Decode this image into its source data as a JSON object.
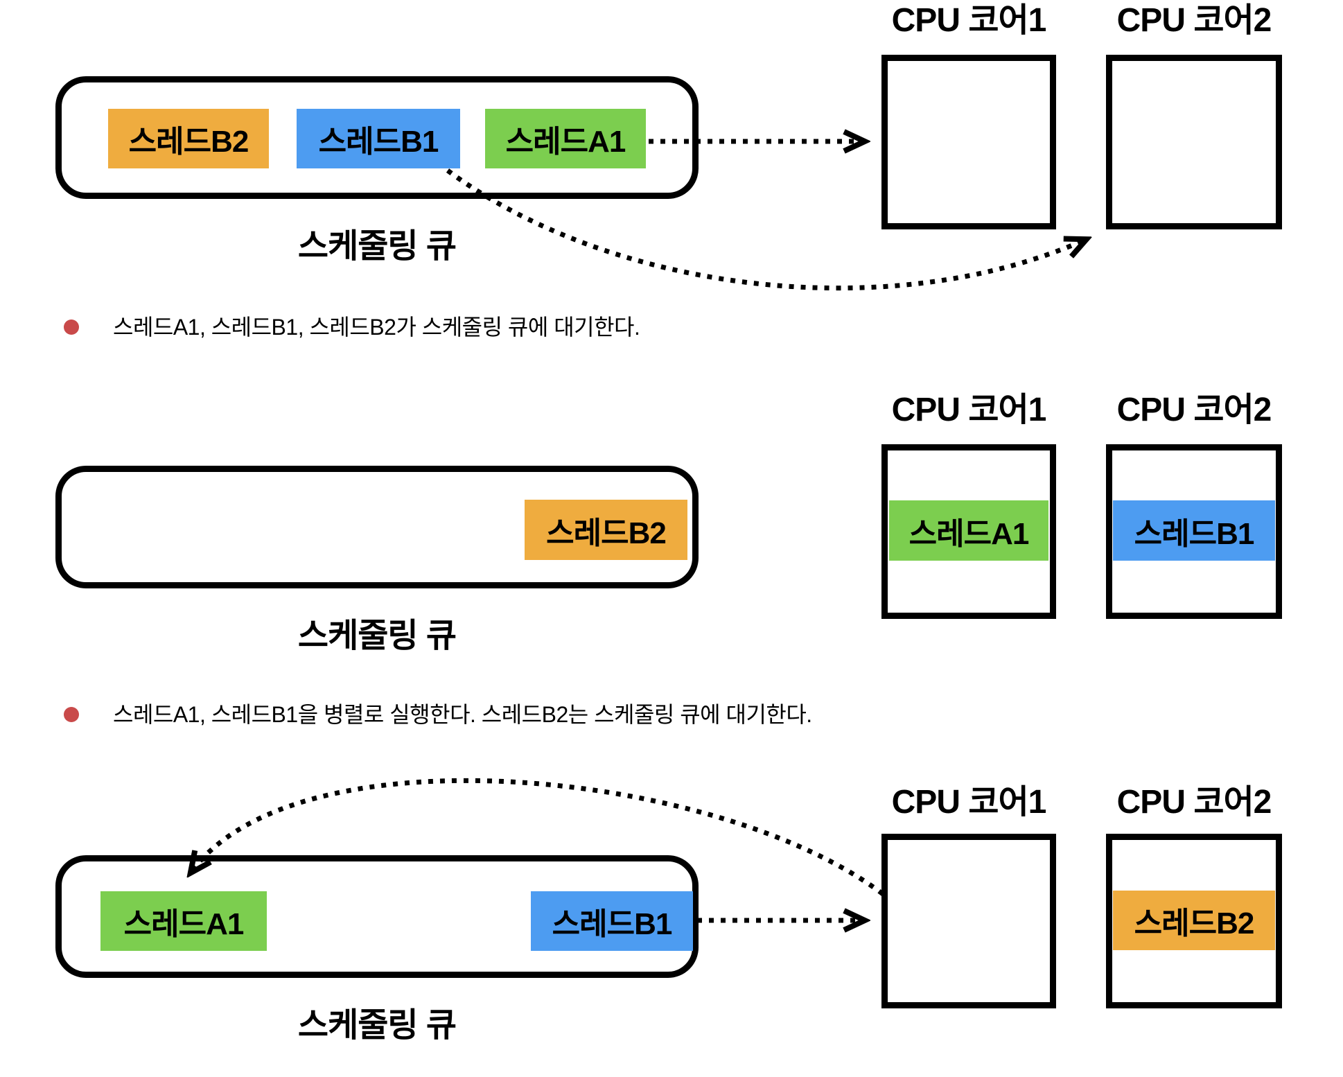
{
  "labels": {
    "cpu_core1": "CPU 코어1",
    "cpu_core2": "CPU 코어2",
    "scheduling_queue": "스케줄링 큐",
    "thread_a1": "스레드A1",
    "thread_b1": "스레드B1",
    "thread_b2": "스레드B2"
  },
  "colors": {
    "thread_a1": "#7CCE4F",
    "thread_b1": "#4D9CF1",
    "thread_b2": "#EFAC3F",
    "bullet": "#C94A4A",
    "line": "#000000"
  },
  "bullets": [
    {
      "text": "스레드A1, 스레드B1, 스레드B2가 스케줄링 큐에 대기한다."
    },
    {
      "text": "스레드A1, 스레드B1을 병렬로 실행한다. 스레드B2는 스케줄링 큐에 대기한다."
    }
  ],
  "panels": [
    {
      "queue_threads": [
        "스레드B2",
        "스레드B1",
        "스레드A1"
      ],
      "core1_thread": "",
      "core2_thread": "",
      "arrows": [
        {
          "from": "스레드A1",
          "to": "CPU 코어1",
          "style": "dotted"
        },
        {
          "from": "스레드B1",
          "to": "CPU 코어2",
          "style": "dotted-curve"
        }
      ]
    },
    {
      "queue_threads": [
        "스레드B2"
      ],
      "core1_thread": "스레드A1",
      "core2_thread": "스레드B1",
      "arrows": []
    },
    {
      "queue_threads": [
        "스레드A1",
        "스레드B1"
      ],
      "core1_thread": "",
      "core2_thread": "스레드B2",
      "arrows": [
        {
          "from": "CPU 코어1",
          "to": "스레드A1",
          "style": "dotted-curve"
        },
        {
          "from": "스레드B1",
          "to": "CPU 코어1",
          "style": "dotted"
        }
      ]
    }
  ]
}
